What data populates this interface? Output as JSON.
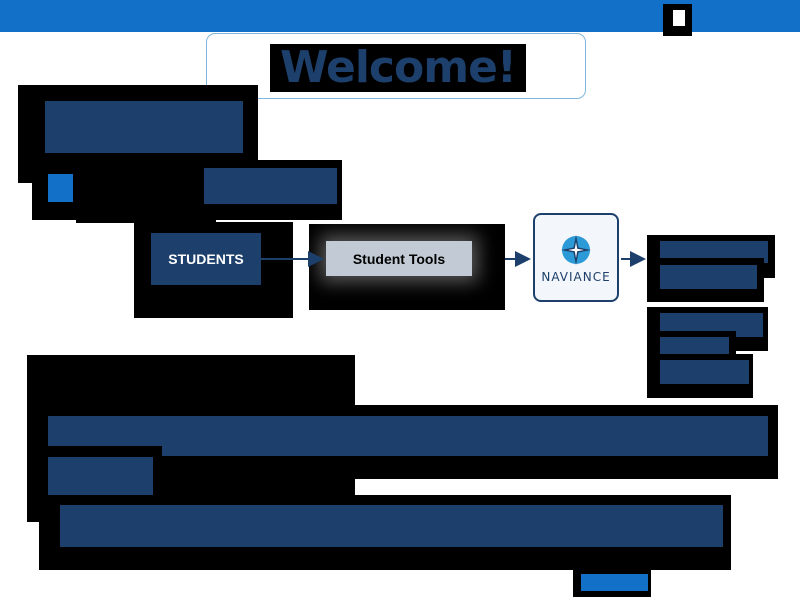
{
  "header": {
    "title": "Welcome!"
  },
  "steps": {
    "students_label": "STUDENTS",
    "student_tools_label": "Student Tools",
    "naviance_logo_text": "NAVIANCE"
  },
  "colors": {
    "top_bar": "#1270c8",
    "navy_block": "#1c3f6b",
    "tools_button": "#c2cbd5",
    "welcome_border": "#7fb8de"
  },
  "icons": {
    "naviance_logo": "compass-star-icon"
  }
}
